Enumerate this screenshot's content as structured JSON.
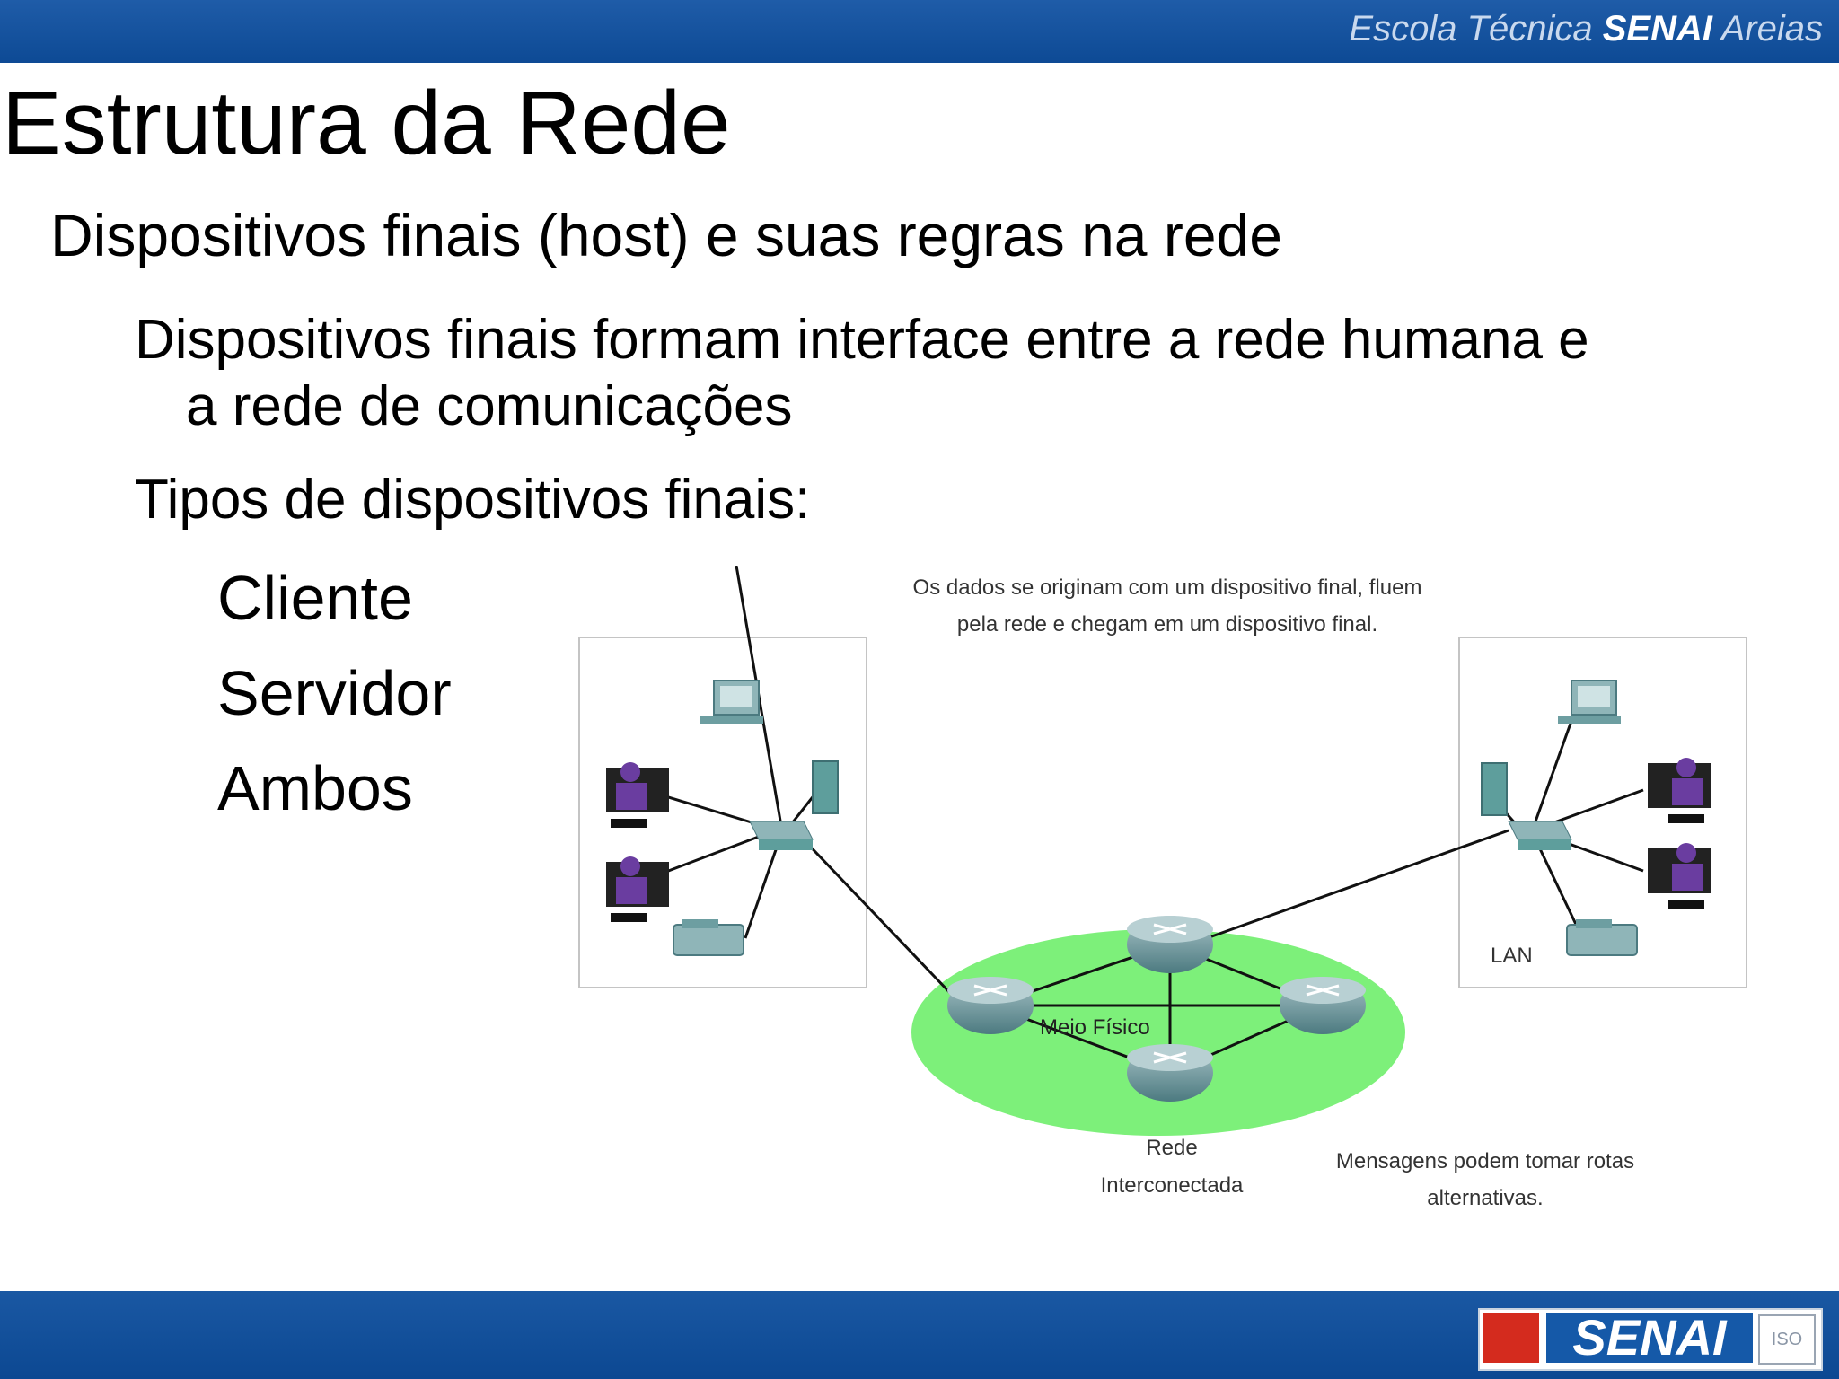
{
  "header": {
    "school_prefix": "Escola Técnica ",
    "school_brand": "SENAI",
    "school_suffix": " Areias"
  },
  "slide": {
    "title": "Estrutura da Rede",
    "subtitle": "Dispositivos finais (host) e suas regras na rede",
    "bullet1_line1": "Dispositivos finais formam interface entre a rede humana e",
    "bullet1_line2": "a rede de comunicações",
    "bullet2": "Tipos de dispositivos finais:",
    "types": [
      "Cliente",
      "Servidor",
      "Ambos"
    ]
  },
  "diagram": {
    "caption_top_line1": "Os dados se originam com um dispositivo final, fluem",
    "caption_top_line2": "pela rede e chegam em um dispositivo final.",
    "label_lan": "LAN",
    "label_meio": "Meio Físico",
    "label_rede_line1": "Rede",
    "label_rede_line2": "Interconectada",
    "caption_bottom_line1": "Mensagens podem tomar rotas",
    "caption_bottom_line2": "alternativas.",
    "colors": {
      "cloud": "#7df07a",
      "device": "#5e9e9c",
      "person": "#6a3da0"
    }
  },
  "footer": {
    "logo_text": "SENAI",
    "iso_text": "ISO"
  }
}
